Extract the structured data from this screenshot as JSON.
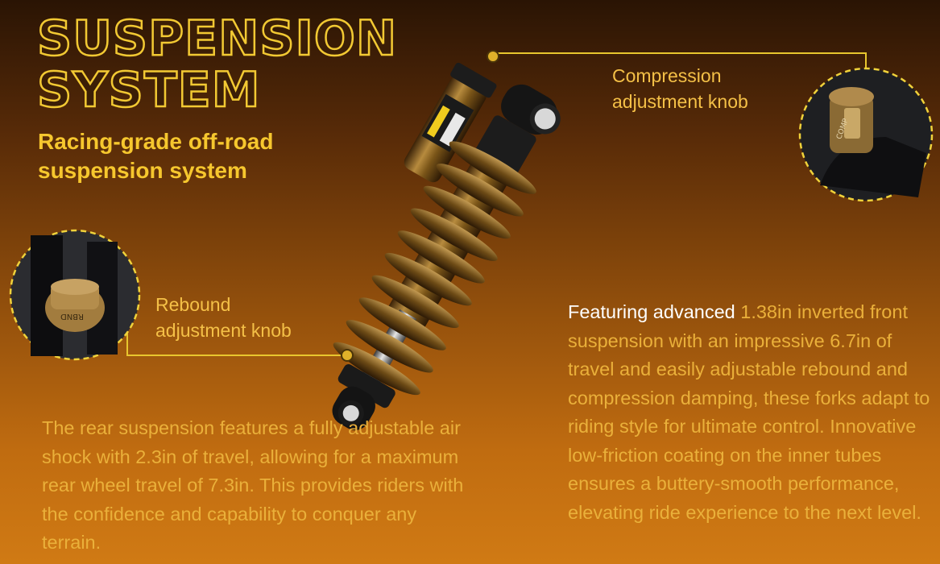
{
  "headline": {
    "line1": "SUSPENSION",
    "line2": "SYSTEM"
  },
  "subheadline": "Racing-grade off-road suspension system",
  "callouts": {
    "compression": "Compression adjustment knob",
    "rebound": "Rebound adjustment knob"
  },
  "knob_labels": {
    "rebound": "RBND",
    "compression": "COMP"
  },
  "rear_text": "The rear suspension features a fully adjustable air shock with  2.3in of travel, allowing for a maximum rear wheel travel of 7.3in. This provides riders with the confidence and capability to conquer any terrain.",
  "front_text": {
    "lead": "Featuring advanced",
    "rest": " 1.38in inverted front suspension with an impressive 6.7in of travel and easily adjustable rebound and compression damping, these forks adapt to riding style for ultimate control. Innovative low-friction coating on the inner tubes ensures a buttery-smooth performance, elevating ride experience to the next level."
  },
  "colors": {
    "accent": "#f2c933",
    "body_text": "#eab03a",
    "highlight": "#ffffff"
  }
}
